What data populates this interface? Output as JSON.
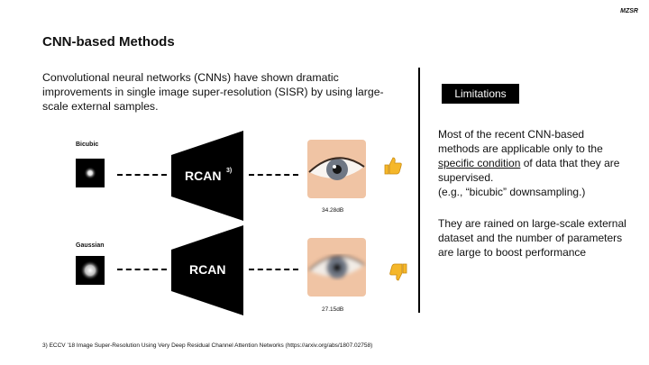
{
  "header": {
    "corner_tag": "MZSR"
  },
  "slide": {
    "title": "CNN-based Methods",
    "intro": "Convolutional neural networks (CNNs) have shown dramatic improvements in single image super-resolution (SISR) by using large-scale external samples."
  },
  "diagram": {
    "row1": {
      "kernel_label": "Bicubic",
      "network": "RCAN",
      "superscript": "3)",
      "psnr": "34.28dB",
      "verdict_icon": "thumbs-up-icon"
    },
    "row2": {
      "kernel_label": "Gaussian",
      "network": "RCAN",
      "psnr": "27.15dB",
      "verdict_icon": "thumbs-down-icon"
    }
  },
  "limitations": {
    "badge": "Limitations",
    "p1_pre": "Most of the recent CNN-based methods are applicable only to the ",
    "p1_underlined": "specific condition",
    "p1_post": " of data that they are supervised.",
    "p1_example": "(e.g., “bicubic” downsampling.)",
    "p2": "They are rained on large-scale external dataset and the number of parameters are large to boost performance"
  },
  "footnote": "3) ECCV ’18 Image Super-Resolution Using Very Deep Residual Channel Attention Networks (https://arxiv.org/abs/1807.02758)",
  "colors": {
    "accent": "#000000",
    "thumb": "#f5b72a",
    "skin": "#f0c4a4",
    "iris": "#6f7784"
  }
}
